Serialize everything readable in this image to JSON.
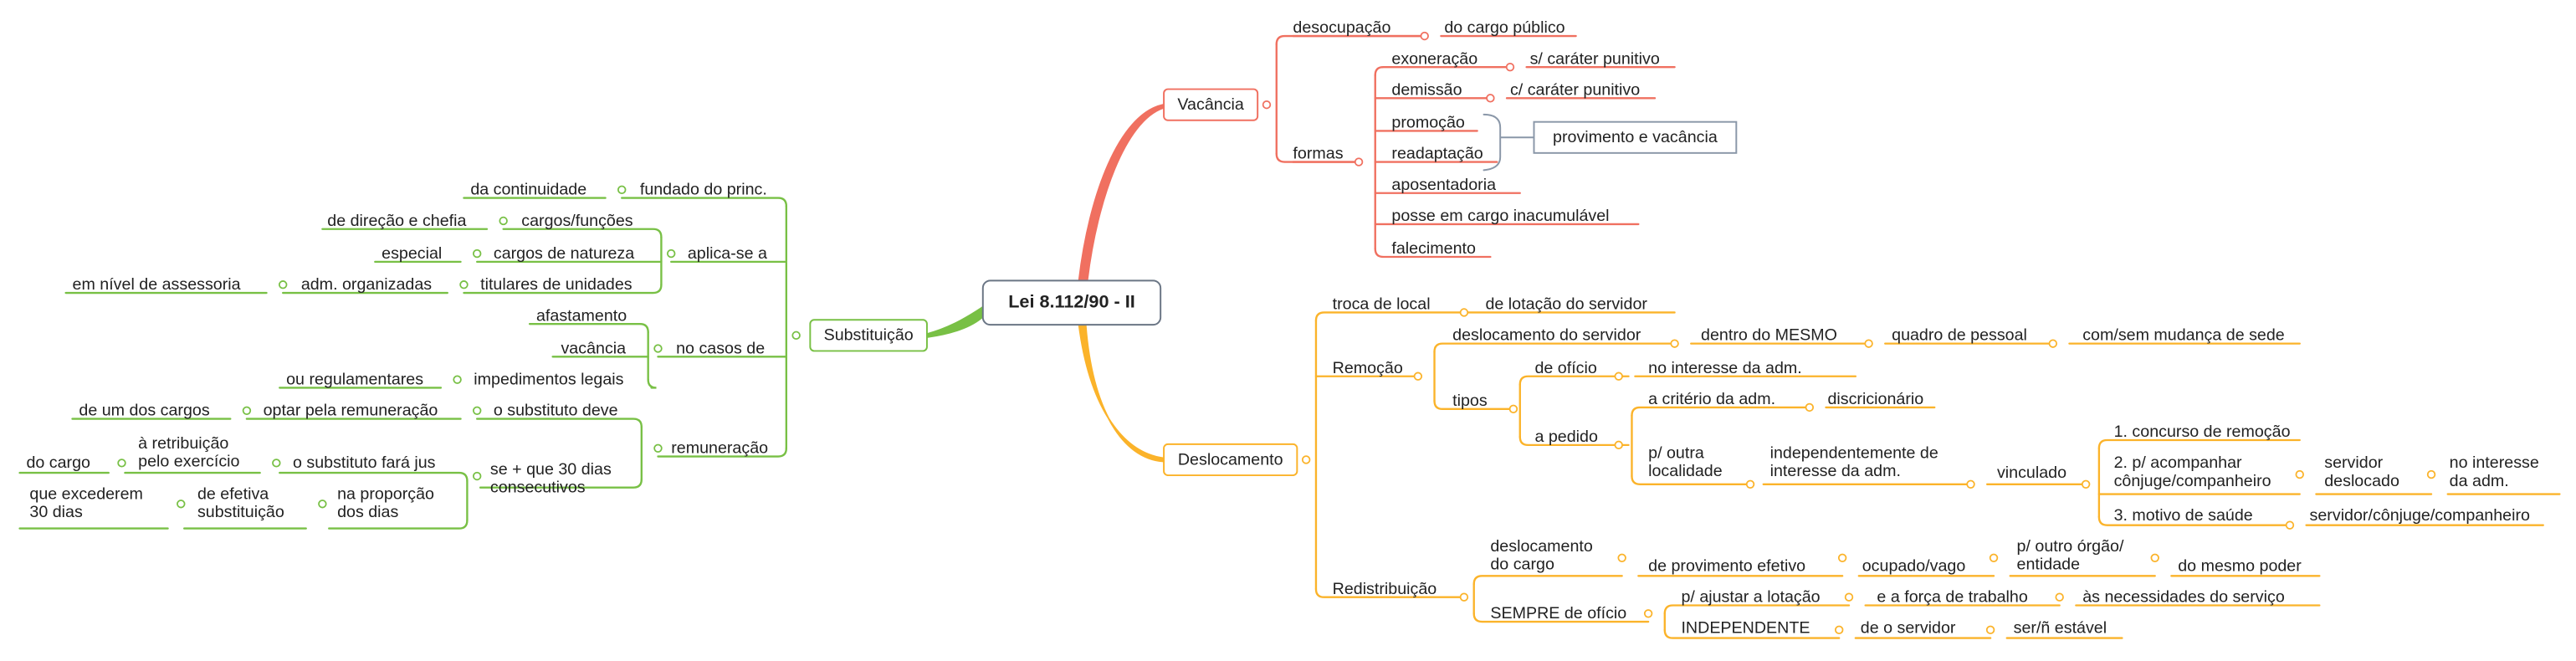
{
  "root": "Lei 8.112/90 - II",
  "colors": {
    "vacancia": "#f07060",
    "deslocamento": "#fbb32a",
    "substituicao": "#78c045",
    "root_border": "#6b7685",
    "summary": "#8a97a8"
  },
  "vacancia": {
    "label": "Vacância",
    "desocupacao": "desocupação",
    "do_cargo_publico": "do cargo público",
    "formas": "formas",
    "items": {
      "exoneracao": "exoneração",
      "sem_carater": "s/ caráter punitivo",
      "demissao": "demissão",
      "com_carater": "c/ caráter punitivo",
      "promocao": "promoção",
      "readaptacao": "readaptação",
      "aposentadoria": "aposentadoria",
      "posse": "posse em cargo inacumulável",
      "falecimento": "falecimento"
    },
    "summary": "provimento e vacância"
  },
  "deslocamento": {
    "label": "Deslocamento",
    "troca_de_local": "troca de local",
    "de_lotacao": "de lotação do servidor",
    "remocao": {
      "label": "Remoção",
      "desloc_servidor": "deslocamento do servidor",
      "dentro_mesmo": "dentro do MESMO",
      "quadro": "quadro de pessoal",
      "com_sem": "com/sem mudança de sede",
      "tipos": "tipos",
      "de_oficio": "de ofício",
      "interesse_adm": "no interesse da adm.",
      "a_pedido": "a pedido",
      "criterio": "a critério da adm.",
      "discricionario": "discricionário",
      "outra_localidade": "p/ outra\nlocalidade",
      "independentemente": "independentemente de\ninteresse da adm.",
      "vinculado": "vinculado",
      "concurso": "1. concurso de remoção",
      "acompanhar": "2. p/ acompanhar\ncônjuge/companheiro",
      "servidor_deslocado": "servidor\ndeslocado",
      "no_interesse_adm": "no interesse\nda adm.",
      "motivo_saude": "3. motivo de saúde",
      "servidor_conjuge": "servidor/cônjuge/companheiro"
    },
    "redistribuicao": {
      "label": "Redistribuição",
      "desloc_cargo": "deslocamento\ndo cargo",
      "de_provimento": "de provimento efetivo",
      "ocupado_vago": "ocupado/vago",
      "outro_orgao": "p/ outro órgão/\nentidade",
      "mesmo_poder": "do mesmo poder",
      "sempre": "SEMPRE de ofício",
      "ajustar": "p/ ajustar a lotação",
      "forca_trabalho": "e a força de trabalho",
      "necessidades": "às necessidades do serviço",
      "independente": "INDEPENDENTE",
      "de_o_servidor": "de o servidor",
      "ser_estavel": "ser/ñ estável"
    }
  },
  "substituicao": {
    "label": "Substituição",
    "da_continuidade": "da continuidade",
    "fundado": "fundado do princ.",
    "aplica_se": "aplica-se a",
    "direcao_chefia": "de direção e chefia",
    "cargos_funcoes": "cargos/funções",
    "especial": "especial",
    "cargos_natureza": "cargos de natureza",
    "em_nivel": "em nível de assessoria",
    "adm_organizadas": "adm. organizadas",
    "titulares": "titulares de unidades",
    "nos_casos": "no casos de",
    "afastamento": "afastamento",
    "vacancia": "vacância",
    "regulamentares": "ou regulamentares",
    "impedimentos": "impedimentos legais",
    "remuneracao": "remuneração",
    "um_dos_cargos": "de um dos cargos",
    "optar": "optar pela remuneração",
    "substituto_deve": "o substituto deve",
    "se_mais_30": "se + que 30 dias\nconsecutivos",
    "do_cargo": "do cargo",
    "retribuicao": "à retribuição\npelo exercício",
    "fara_jus": "o substituto fará jus",
    "que_excederem": "que excederem\n30 dias",
    "de_efetiva": "de efetiva\nsubstituição",
    "na_proporcao": "na proporção\ndos dias"
  }
}
